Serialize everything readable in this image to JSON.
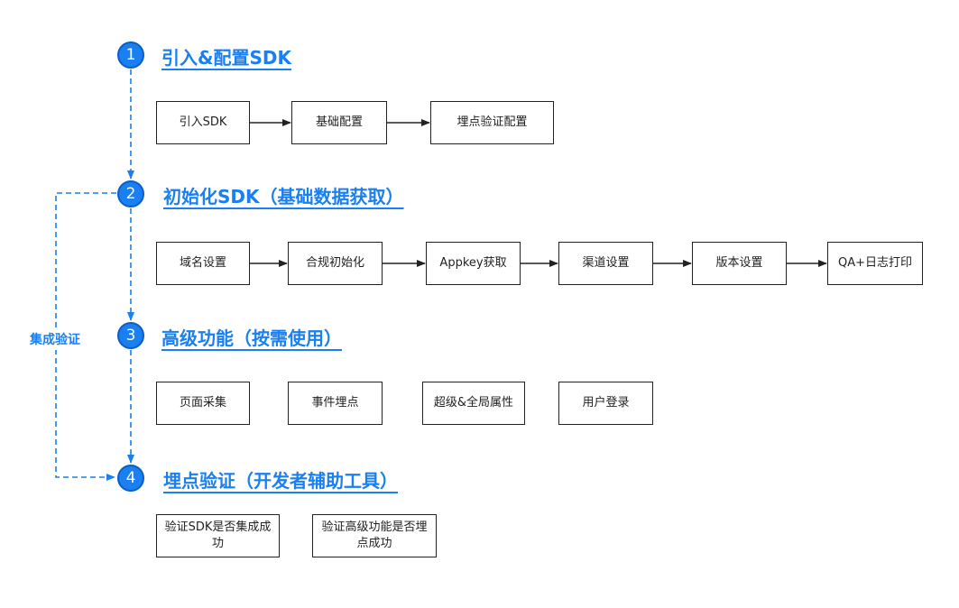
{
  "colors": {
    "accent": "#1a7ff0",
    "box_border": "#222222",
    "arrow": "#222222"
  },
  "steps": [
    {
      "number": "1",
      "title": "引入&配置SDK",
      "items": [
        "引入SDK",
        "基础配置",
        "埋点验证配置"
      ]
    },
    {
      "number": "2",
      "title": "初始化SDK（基础数据获取）",
      "items": [
        "域名设置",
        "合规初始化",
        "Appkey获取",
        "渠道设置",
        "版本设置",
        "QA+日志打印"
      ]
    },
    {
      "number": "3",
      "title": "高级功能（按需使用）",
      "items": [
        "页面采集",
        "事件埋点",
        "超级&全局属性",
        "用户登录"
      ]
    },
    {
      "number": "4",
      "title": "埋点验证（开发者辅助工具）",
      "items": [
        "验证SDK是否集成成功",
        "验证高级功能是否埋点成功"
      ]
    }
  ],
  "loop_label": "集成验证"
}
